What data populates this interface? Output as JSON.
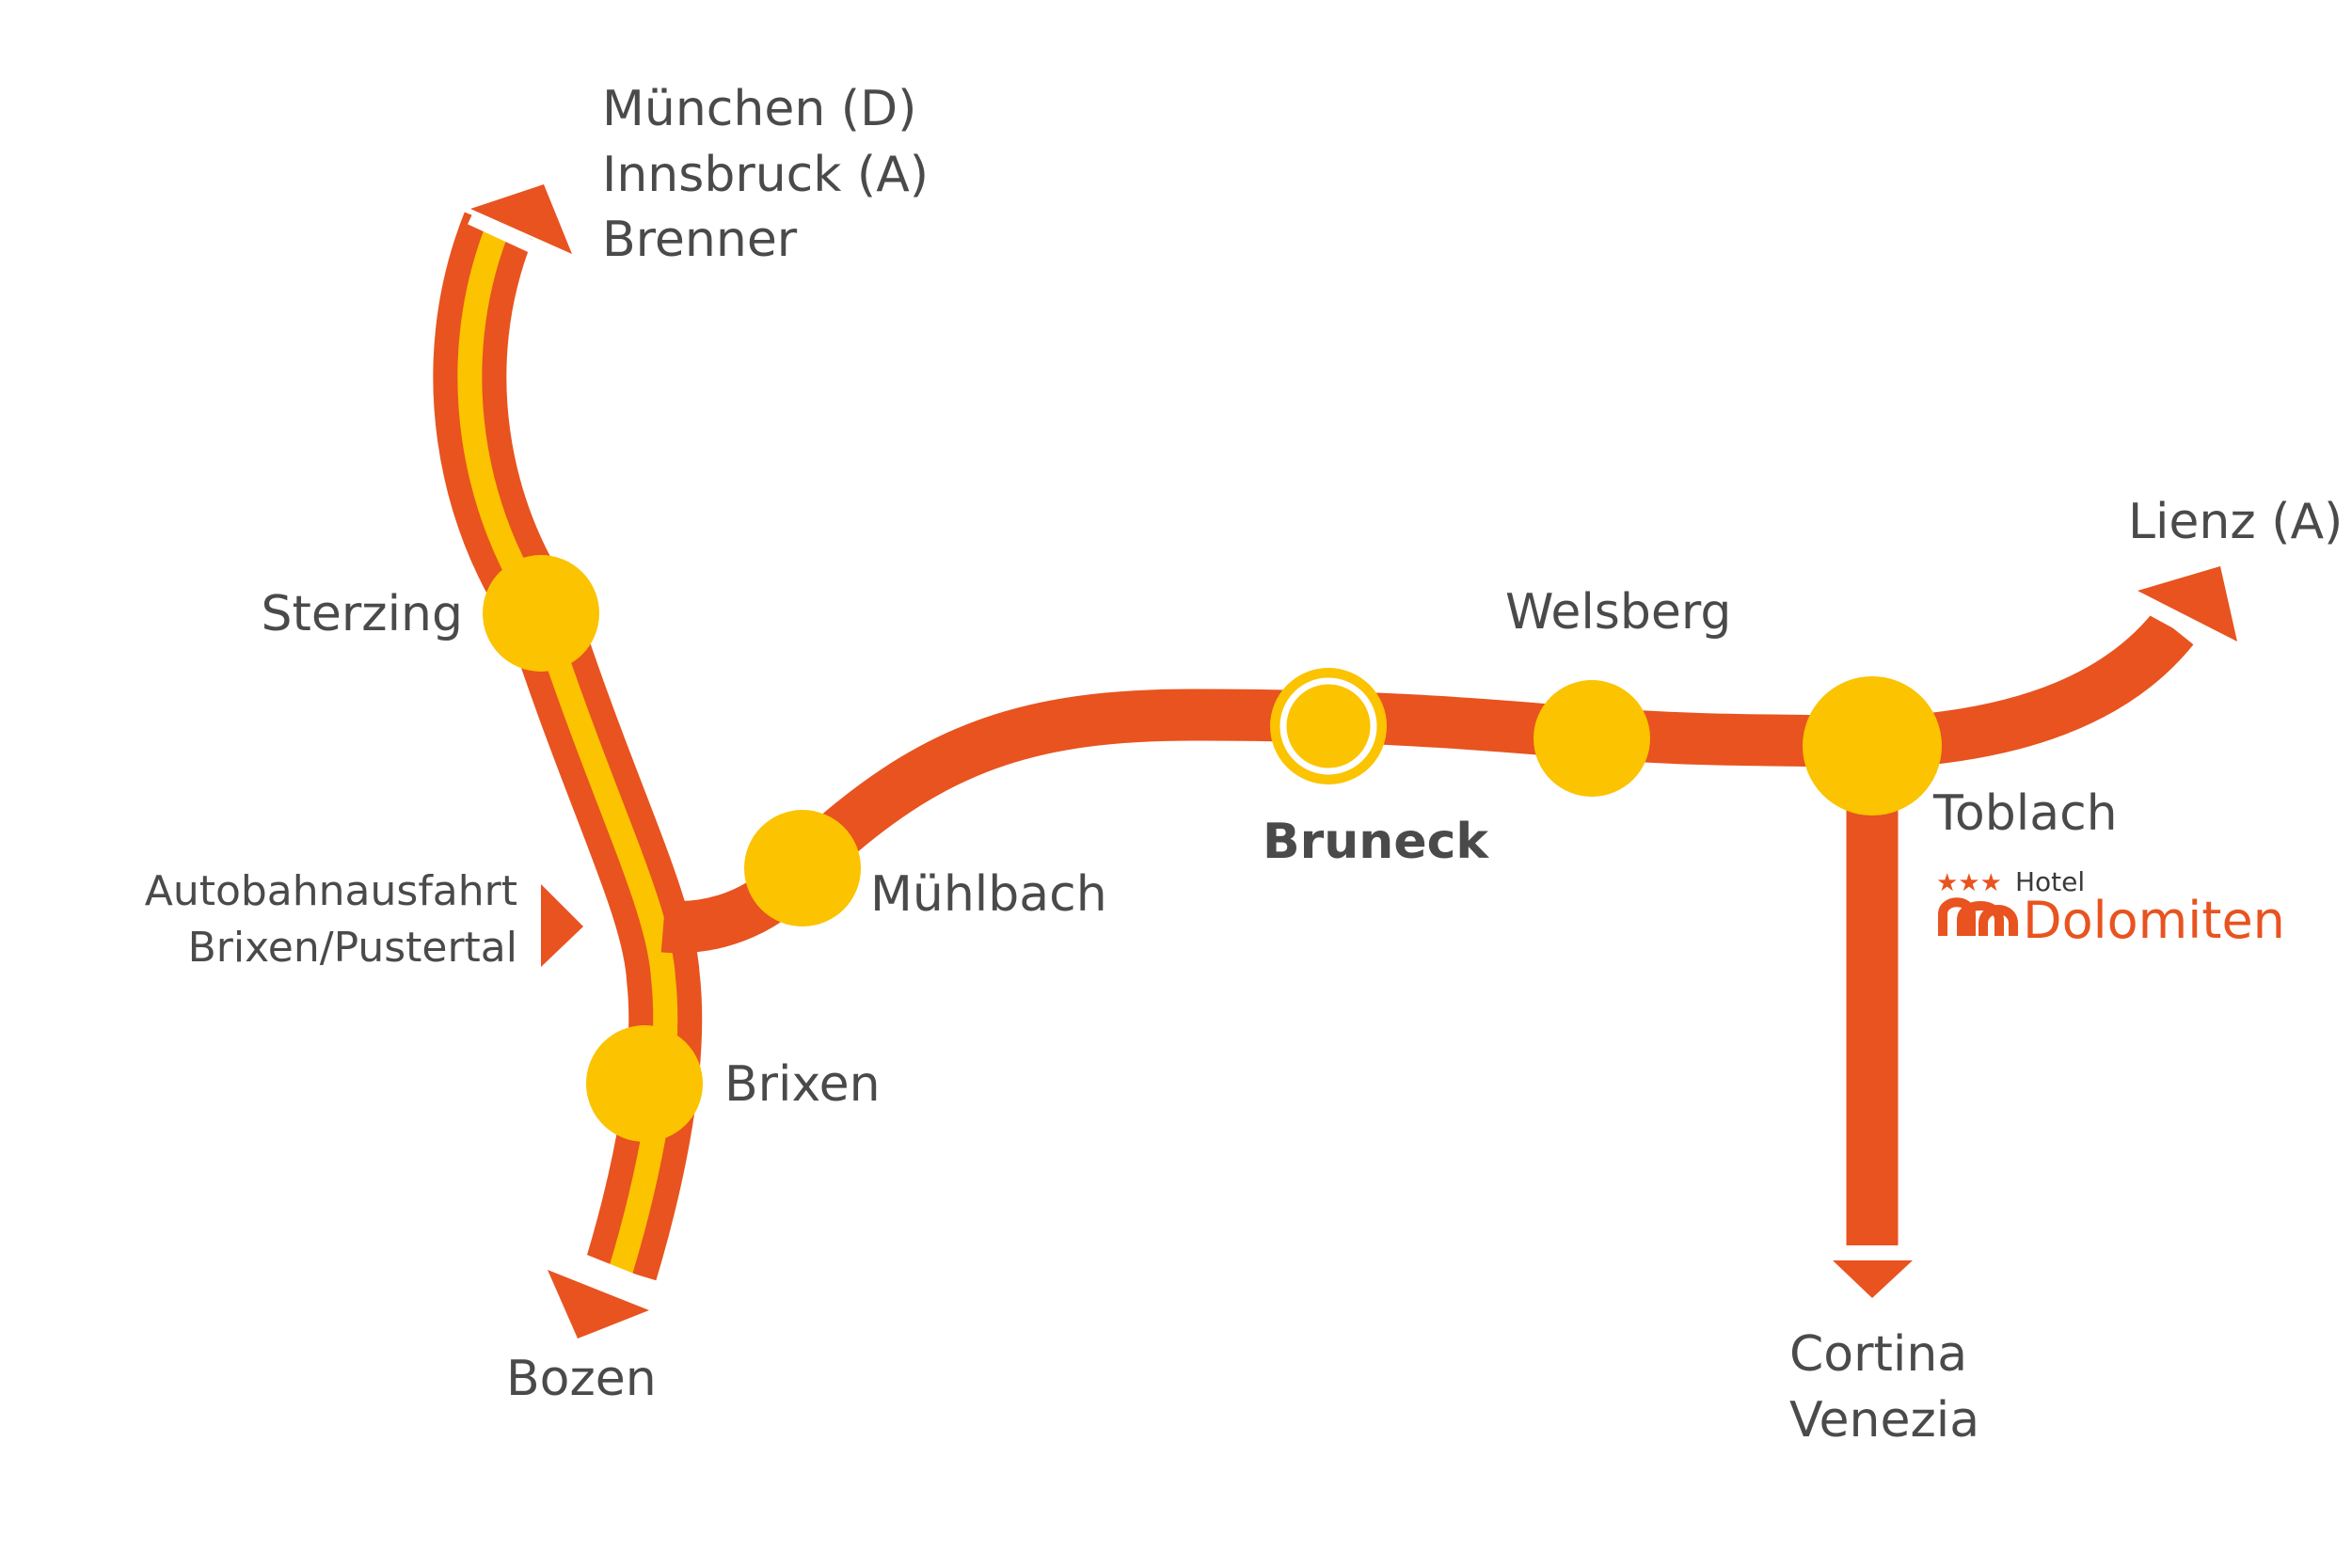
{
  "colors": {
    "road": "#e8531f",
    "motorway_inner": "#fbc300",
    "stop": "#fbc300",
    "text": "#4a4a4a",
    "brand": "#e8531f"
  },
  "destinations": {
    "north": [
      "München (D)",
      "Innsbruck (A)",
      "Brenner"
    ],
    "south": "Bozen",
    "east": "Lienz (A)",
    "southeast": [
      "Cortina",
      "Venezia"
    ]
  },
  "stops": {
    "sterzing": "Sterzing",
    "brixen": "Brixen",
    "muehlbach": "Mühlbach",
    "bruneck": "Bruneck",
    "welsberg": "Welsberg",
    "toblach": "Toblach"
  },
  "exit": [
    "Autobahnausfahrt",
    "Brixen/Pustertal"
  ],
  "hotel": {
    "stars": "★★★",
    "prefix": "Hotel",
    "name": "Dolomiten"
  }
}
